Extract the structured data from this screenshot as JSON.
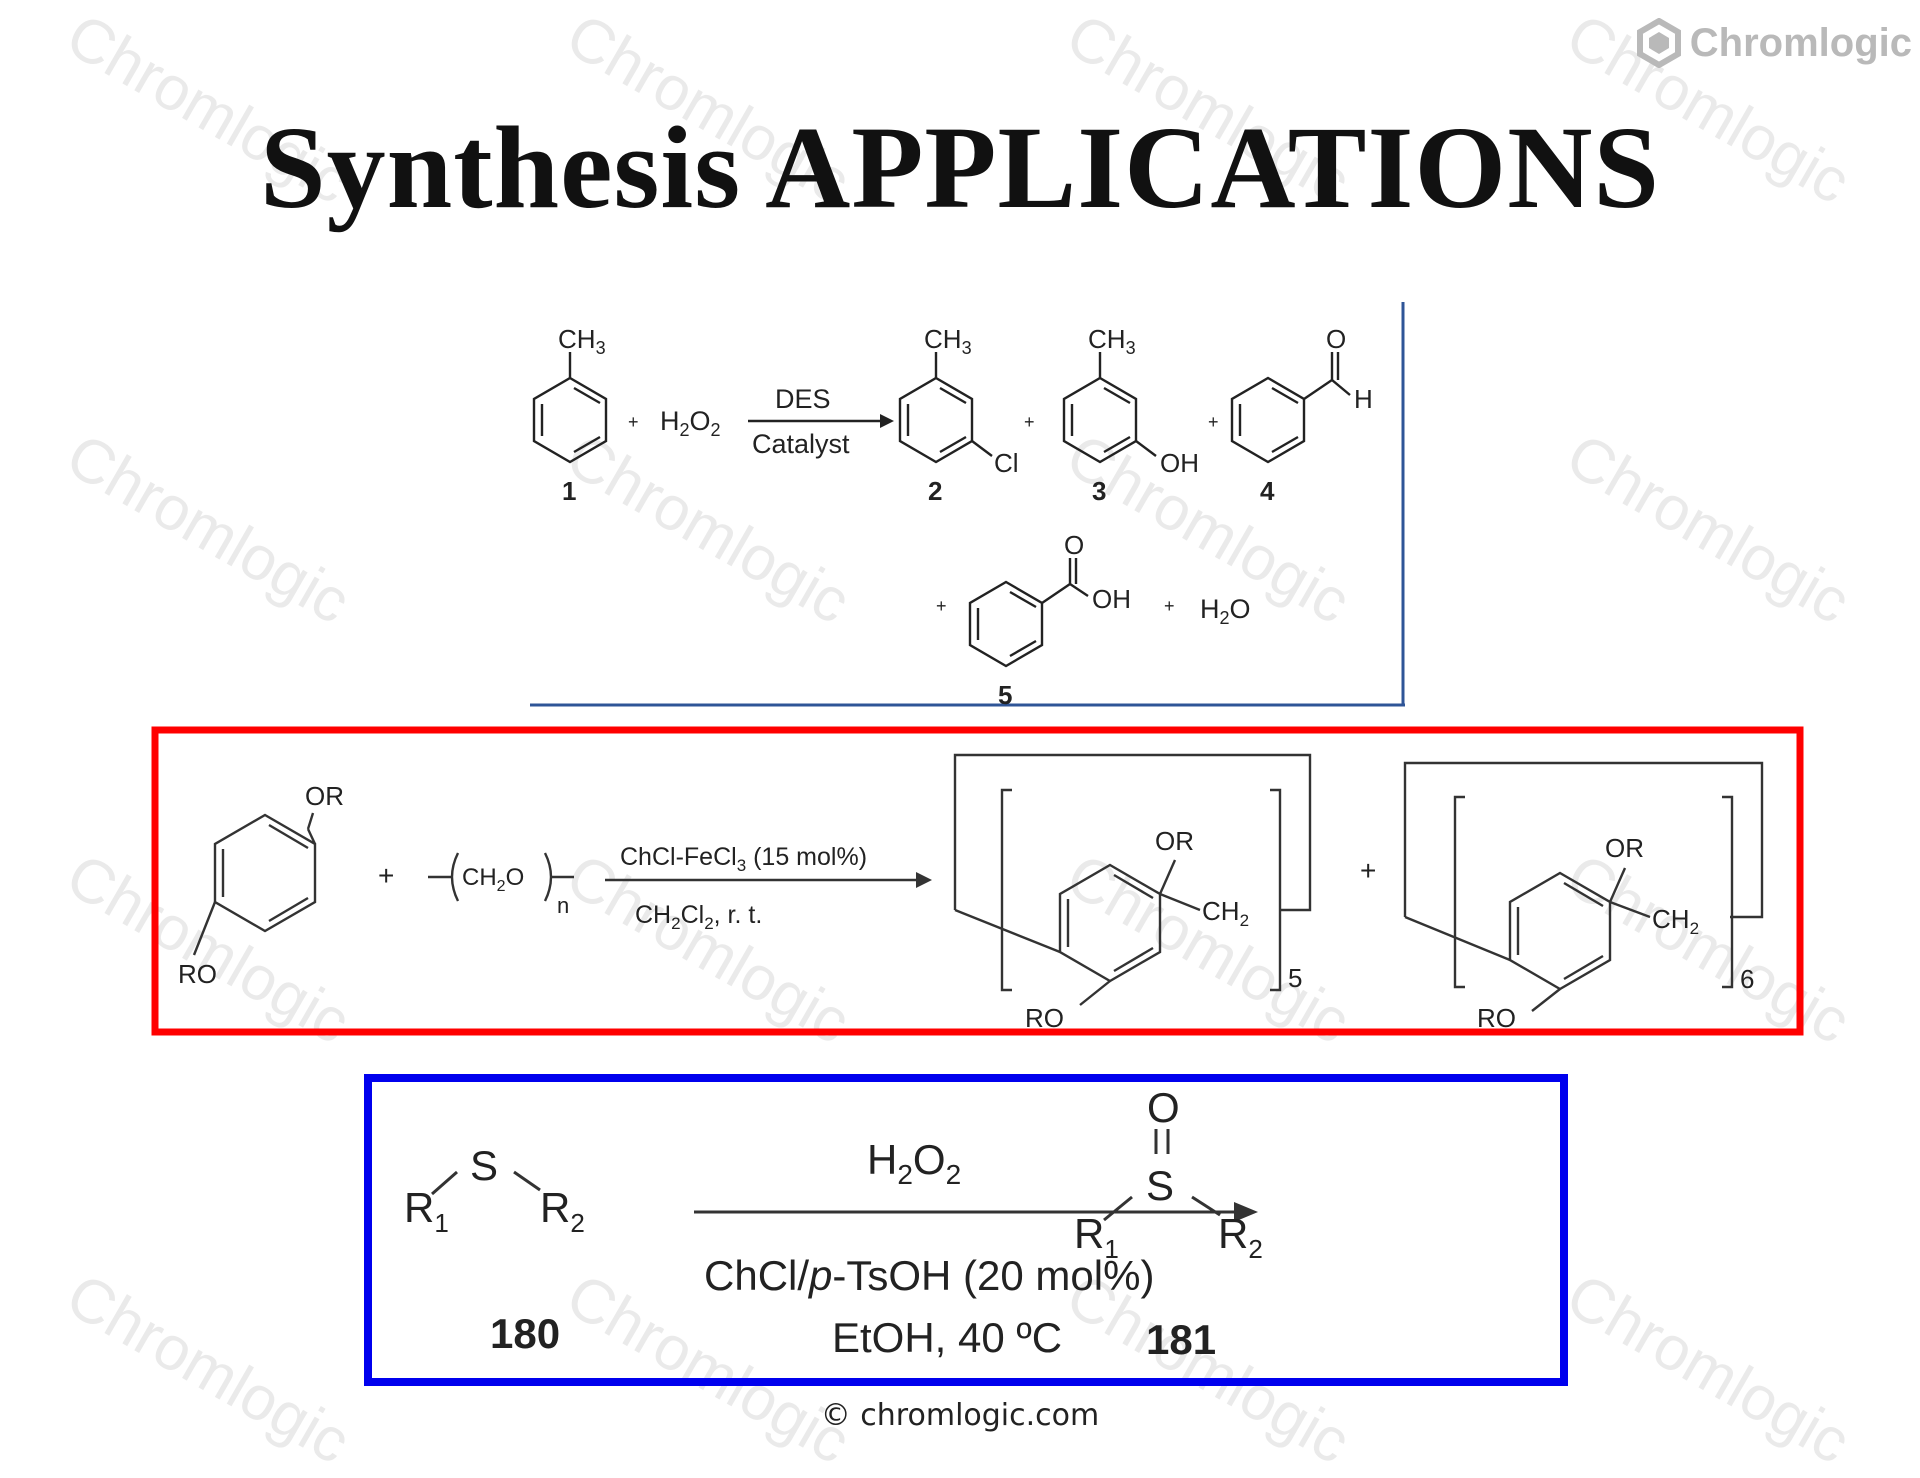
{
  "brand": {
    "name": "Chromlogic",
    "icon": "hexagon-logo-icon"
  },
  "watermark": "Chromlogic",
  "title": "Synthesis APPLICATIONS",
  "scheme1": {
    "reactant_sub": "CH",
    "sub3": "3",
    "plus": "+",
    "oxidant_h": "H",
    "oxidant_o": "O",
    "sub2": "2",
    "reagent_top": "DES",
    "reagent_bottom": "Catalyst",
    "cl": "Cl",
    "oh": "OH",
    "o": "O",
    "h": "H",
    "water_h": "H",
    "water_o": "O",
    "labels": [
      "1",
      "2",
      "3",
      "4",
      "5"
    ]
  },
  "scheme2": {
    "or": "OR",
    "ro": "RO",
    "plus": "+",
    "ch2o_ch": "CH",
    "ch2o_2": "2",
    "ch2o_o": "O",
    "n": "n",
    "reagent_top_a": "ChCl-FeCl",
    "reagent_top_sub": "3",
    "reagent_top_b": " (15 mol%)",
    "reagent_bottom_a": "CH",
    "reagent_bottom_sub1": "2",
    "reagent_bottom_b": "Cl",
    "reagent_bottom_sub2": "2",
    "reagent_bottom_c": ", r. t.",
    "ch2_ch": "CH",
    "ch2_2": "2",
    "repeat_5": "5",
    "repeat_6": "6",
    "border_color": "#ff0000"
  },
  "scheme3": {
    "r1": "R",
    "r1_sub": "1",
    "s": "S",
    "r2": "R",
    "r2_sub": "2",
    "o": "O",
    "reagent_top_h": "H",
    "reagent_top_2a": "2",
    "reagent_top_o": "O",
    "reagent_top_2b": "2",
    "reagent_mid_a": "ChCl/",
    "reagent_mid_p": "p",
    "reagent_mid_b": "-TsOH (20 mol%)",
    "reagent_bottom": "EtOH, 40 ºC",
    "label_reactant": "180",
    "label_product": "181",
    "border_color": "#0000ee"
  },
  "footer": "© chromlogic.com"
}
